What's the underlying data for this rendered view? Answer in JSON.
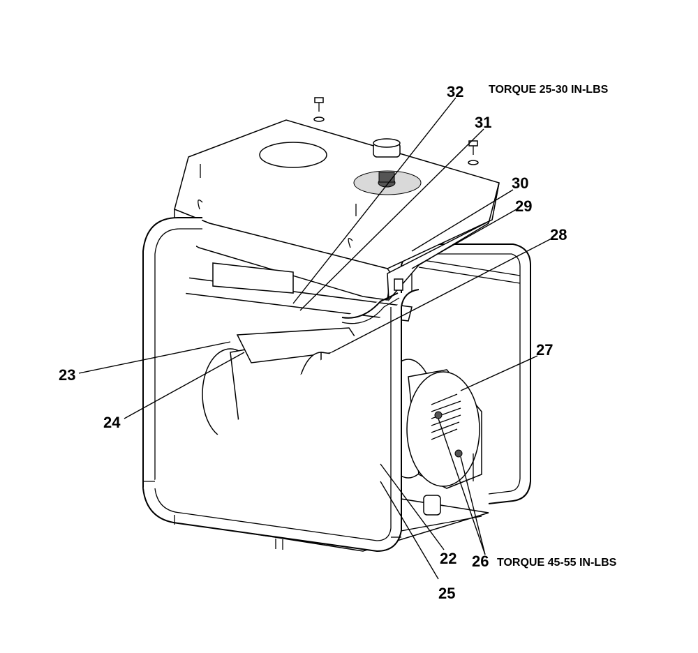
{
  "callouts": {
    "c22": "22",
    "c23": "23",
    "c24": "24",
    "c25": "25",
    "c26": "26",
    "c27": "27",
    "c28": "28",
    "c29": "29",
    "c30": "30",
    "c31": "31",
    "c32": "32"
  },
  "notes": {
    "torque_top": "TORQUE 25-30 IN-LBS",
    "torque_bottom": "TORQUE 45-55 IN-LBS"
  }
}
